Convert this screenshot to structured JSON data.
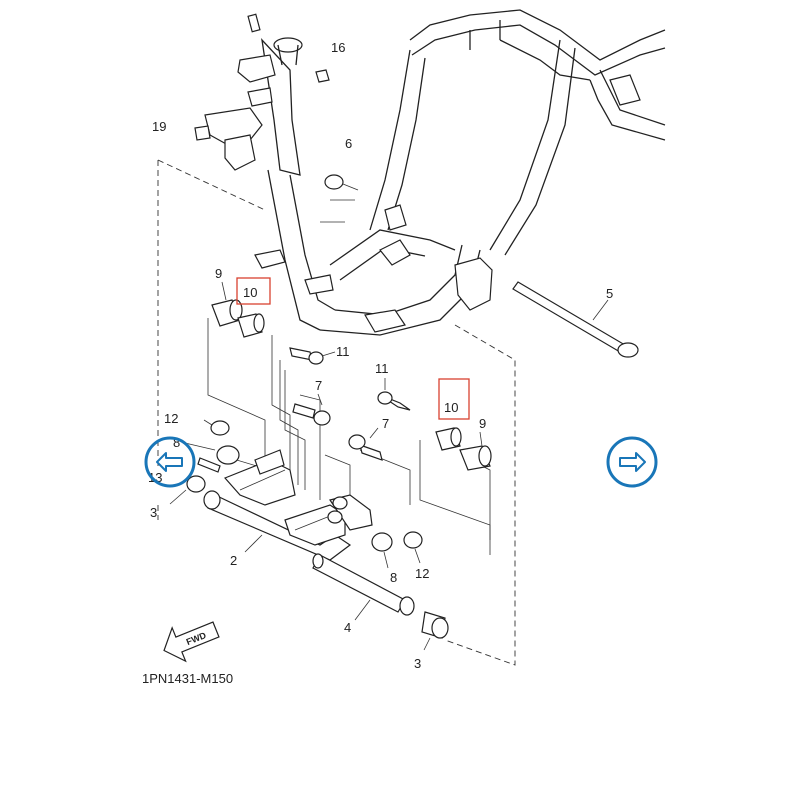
{
  "diagram": {
    "code": "1PN1431-M150",
    "fwd_label": "FWD",
    "colors": {
      "nav_ring": "#1976b8",
      "highlight": "#d8412f",
      "line": "#222222"
    },
    "callouts": {
      "p16": "16",
      "p19": "19",
      "p6": "6",
      "p5": "5",
      "p9a": "9",
      "p10a": "10",
      "p11a": "11",
      "p11b": "11",
      "p7a": "7",
      "p7b": "7",
      "p10b": "10",
      "p9b": "9",
      "p12a": "12",
      "p8a": "8",
      "p13": "13",
      "p3a": "3",
      "p2": "2",
      "p8b": "8",
      "p12b": "12",
      "p4": "4",
      "p3b": "3"
    }
  },
  "nav": {
    "prev_icon": "arrow-left-icon",
    "next_icon": "arrow-right-icon"
  }
}
